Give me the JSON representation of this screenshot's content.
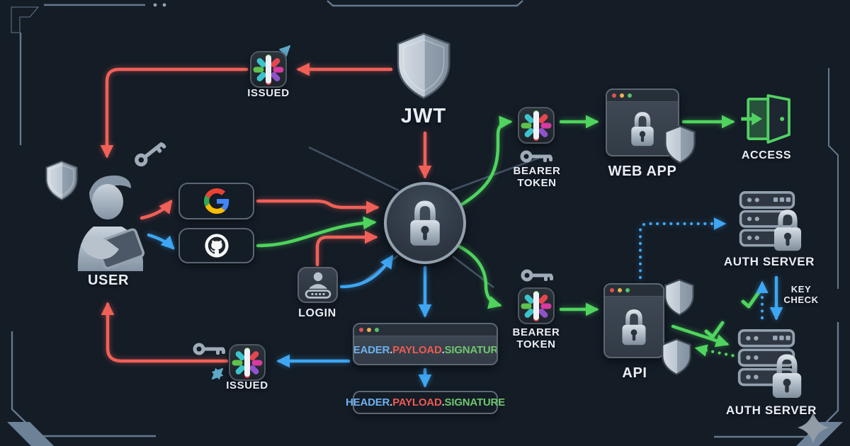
{
  "colors": {
    "background": "#232e3b",
    "frame": "#64798d",
    "arrow_red": "#f16058",
    "arrow_green": "#4fd45e",
    "arrow_blue": "#3ea6f2",
    "accent_teal": "#5fa8c8",
    "label_text": "#e9eef4",
    "silver_icon": "#aab6c2",
    "token_header_color": "#6db1f0",
    "token_payload_color": "#ed5a52",
    "token_signature_color": "#6fc66f",
    "window_dots": [
      "#e05252",
      "#e8b24e",
      "#58c06a"
    ]
  },
  "nodes": {
    "issued_top": {
      "label": "ISSUED"
    },
    "jwt": {
      "label": "JWT"
    },
    "user": {
      "label": "USER"
    },
    "login": {
      "label": "LOGIN"
    },
    "bearer_token_top": {
      "line1": "BEARER",
      "line2": "TOKEN"
    },
    "web_app": {
      "label": "WEB APP"
    },
    "access": {
      "label": "ACCESS"
    },
    "auth_server_top": {
      "label": "AUTH SERVER"
    },
    "key_check": {
      "line1": "KEY",
      "line2": "CHECK"
    },
    "api": {
      "label": "API"
    },
    "bearer_token_bottom": {
      "line1": "BEARER",
      "line2": "TOKEN"
    },
    "auth_server_bottom": {
      "label": "AUTH SERVER"
    },
    "issued_bottom": {
      "label": "ISSUED"
    }
  },
  "token": {
    "header": "HEADER",
    "separator": ".",
    "payload": "PAYLOAD",
    "signature": "SIGNATURE"
  },
  "icons": [
    "shield-icon",
    "lock-icon",
    "key-icon",
    "token-spinner-icon",
    "google-logo-icon",
    "github-logo-icon",
    "login-form-icon",
    "browser-window-icon",
    "door-access-icon",
    "server-icon",
    "checkmark-icon",
    "sparkle-icon",
    "arrow-up-right-icon",
    "arrow-diagonal-double-icon",
    "user-figure-icon"
  ],
  "edges": [
    {
      "from": "jwt",
      "to": "issued_top",
      "color": "red",
      "style": "solid"
    },
    {
      "from": "issued_top",
      "to": "user",
      "color": "red",
      "style": "solid"
    },
    {
      "from": "issued_bottom",
      "to": "user",
      "color": "red",
      "style": "solid"
    },
    {
      "from": "user",
      "to": "google",
      "color": "red",
      "style": "solid"
    },
    {
      "from": "user",
      "to": "github",
      "color": "blue",
      "style": "solid"
    },
    {
      "from": "google",
      "to": "auth_lock",
      "color": "red",
      "style": "solid"
    },
    {
      "from": "github",
      "to": "auth_lock",
      "color": "green",
      "style": "solid"
    },
    {
      "from": "login",
      "to": "auth_lock",
      "color": "red",
      "style": "solid"
    },
    {
      "from": "login",
      "to": "auth_lock",
      "color": "blue",
      "style": "solid"
    },
    {
      "from": "jwt",
      "to": "auth_lock",
      "color": "red",
      "style": "solid"
    },
    {
      "from": "auth_lock",
      "to": "bearer_token_top",
      "color": "green",
      "style": "solid"
    },
    {
      "from": "bearer_token_top",
      "to": "web_app",
      "color": "green",
      "style": "solid"
    },
    {
      "from": "web_app",
      "to": "access",
      "color": "green",
      "style": "solid"
    },
    {
      "from": "auth_lock",
      "to": "bearer_token_bottom",
      "color": "green",
      "style": "solid"
    },
    {
      "from": "bearer_token_bottom",
      "to": "api",
      "color": "green",
      "style": "solid"
    },
    {
      "from": "api",
      "to": "auth_server_bottom",
      "color": "green",
      "style": "solid"
    },
    {
      "from": "auth_server_bottom",
      "to": "api",
      "color": "green",
      "style": "dotted"
    },
    {
      "from": "api",
      "to": "auth_server_top",
      "color": "blue",
      "style": "dotted"
    },
    {
      "from": "auth_server_top",
      "to": "auth_server_bottom",
      "color": "blue",
      "style": "key-check-arrows"
    },
    {
      "from": "auth_lock",
      "to": "token_window",
      "color": "blue",
      "style": "solid"
    },
    {
      "from": "token_window",
      "to": "token_pill",
      "color": "blue",
      "style": "solid"
    },
    {
      "from": "token_window",
      "to": "issued_bottom",
      "color": "blue",
      "style": "solid"
    }
  ]
}
